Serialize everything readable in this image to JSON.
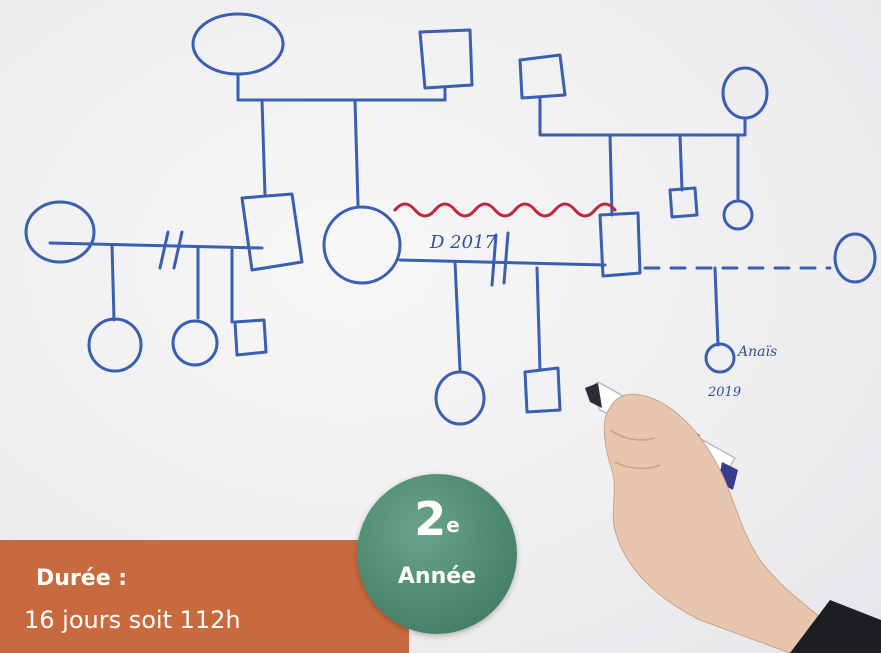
{
  "whiteboard": {
    "annotation_d": "D 2017",
    "annotation_name": "Anaïs",
    "annotation_year": "2019"
  },
  "duration": {
    "label": "Durée :",
    "value": "16 jours soit 112h"
  },
  "badge": {
    "number": "2",
    "suffix": "e",
    "label": "Année"
  },
  "colors": {
    "ink": "#3b5fb0",
    "red_ink": "#c0283a",
    "duration_bg": "#c96a3e",
    "badge_bg": "#4e8a6f"
  }
}
